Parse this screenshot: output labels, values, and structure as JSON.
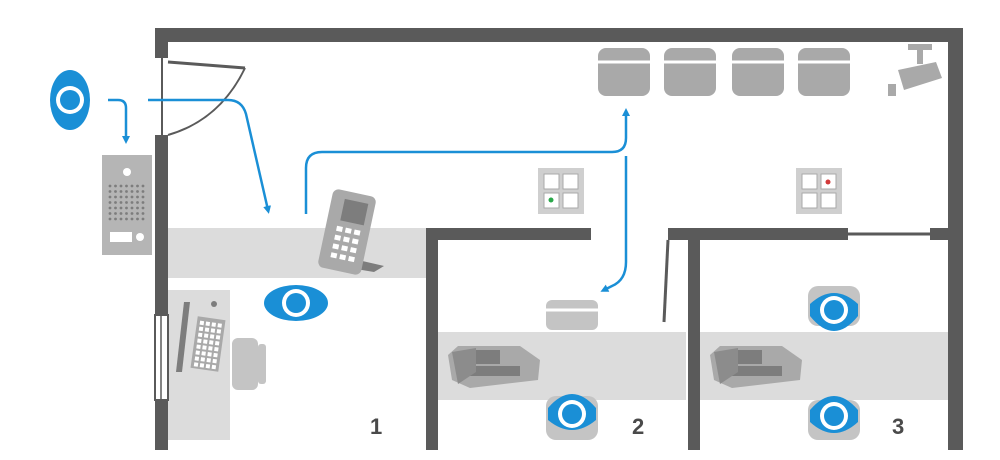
{
  "rooms": [
    {
      "id": "room-1",
      "label": "1"
    },
    {
      "id": "room-2",
      "label": "2"
    },
    {
      "id": "room-3",
      "label": "3"
    }
  ],
  "colors": {
    "wall": "#5a5a5a",
    "desk": "#dcdcdc",
    "device": "#a9a9a9",
    "device_dark": "#7d7d7d",
    "person": "#1a8fd6",
    "person_light": "#ffffff",
    "arrow": "#1a8fd6",
    "chair": "#c4c4c4",
    "led_green": "#2aa84a",
    "led_red": "#d23a3a"
  },
  "icons": [
    "visitor-person-icon",
    "door-intercom-panel-icon",
    "handset-on-cradle-icon",
    "waiting-chair-icon",
    "security-camera-icon",
    "room-status-panel-icon",
    "desk-phone-icon",
    "computer-keyboard-icon",
    "desk-chair-icon",
    "staff-person-icon"
  ]
}
